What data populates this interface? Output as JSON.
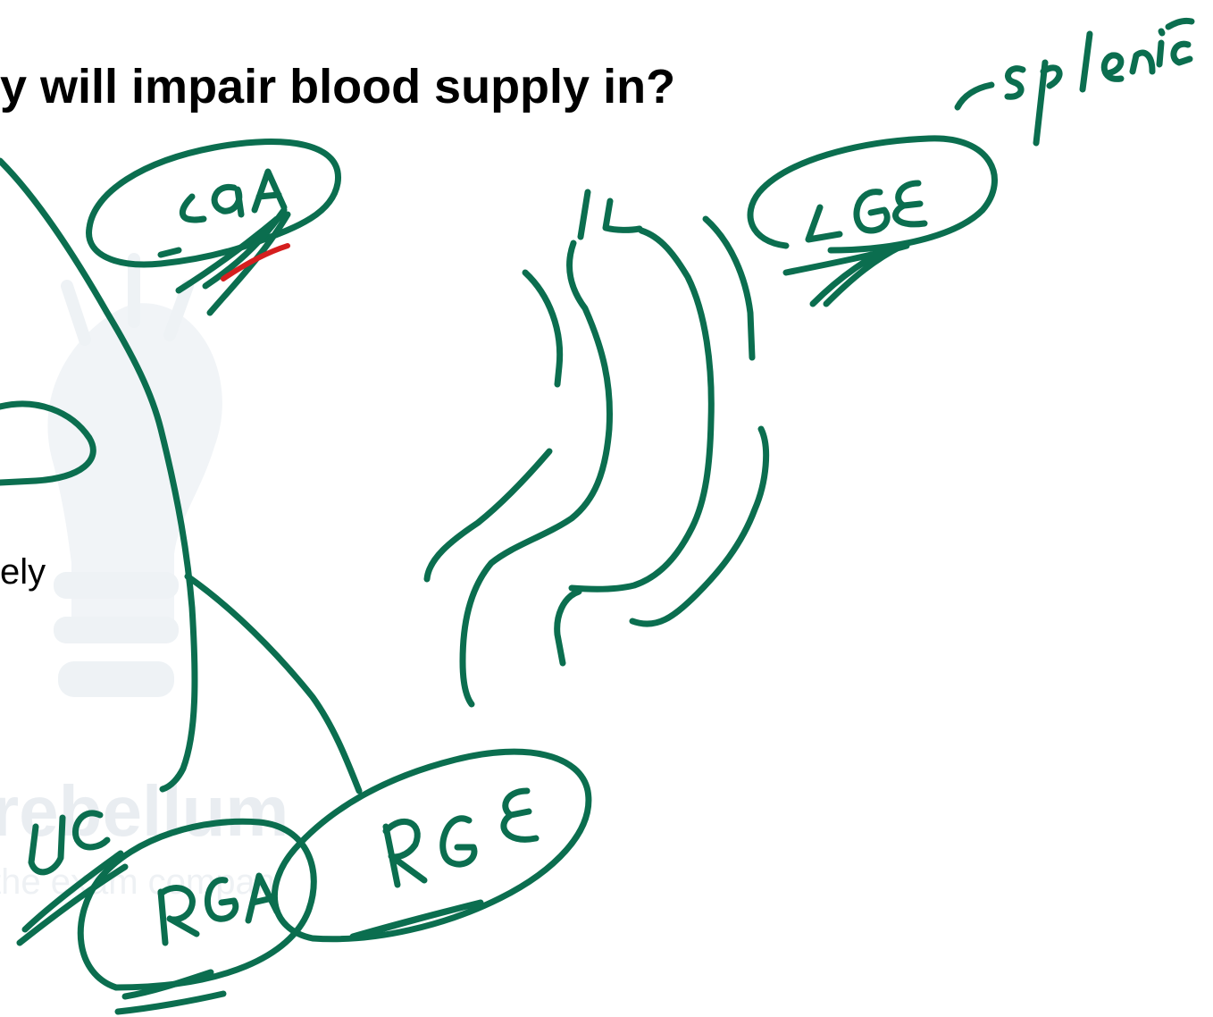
{
  "question": {
    "title_fragment": "y will impair blood supply in?"
  },
  "option": {
    "fragment": "ely"
  },
  "watermark": {
    "brand": "rebellum",
    "tagline": "the exam compan"
  },
  "annotations": {
    "labels": [
      "LGA",
      "LGE",
      "splenic",
      "UC",
      "RGA",
      "RGE"
    ],
    "ink_color": "#0b6e4f",
    "highlight_color": "#d51e1e"
  },
  "colors": {
    "text": "#000000",
    "ink": "#0b6e4f",
    "red": "#d51e1e",
    "watermark": "#e9edf1"
  }
}
